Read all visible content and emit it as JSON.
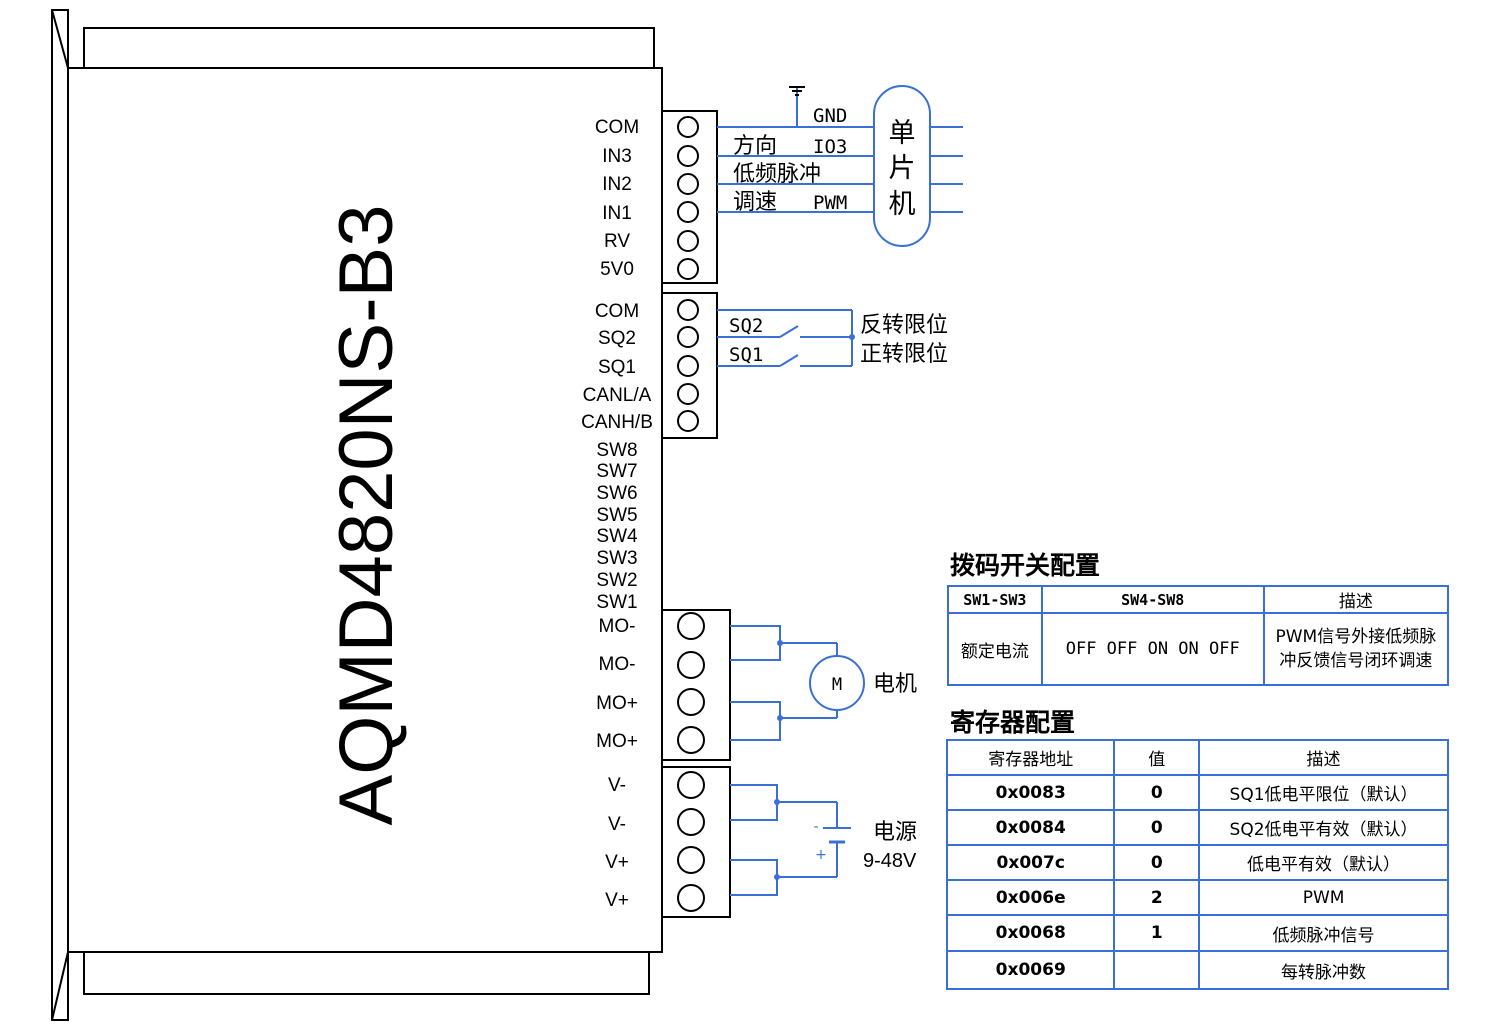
{
  "device": {
    "model": "AQMD4820NS-B3"
  },
  "connectors": {
    "control_pins": [
      "COM",
      "IN3",
      "IN2",
      "IN1",
      "RV",
      "5V0"
    ],
    "limit_pins": [
      "COM",
      "SQ2",
      "SQ1",
      "CANL/A",
      "CANH/B"
    ],
    "switch_pins": [
      "SW8",
      "SW7",
      "SW6",
      "SW5",
      "SW4",
      "SW3",
      "SW2",
      "SW1"
    ],
    "motor_pins": [
      "MO-",
      "MO-",
      "MO+",
      "MO+"
    ],
    "power_pins": [
      "V-",
      "V-",
      "V+",
      "V+"
    ]
  },
  "wiring": {
    "gnd": "GND",
    "io3": "IO3",
    "pwm": "PWM",
    "direction": "方向",
    "low_freq_pulse": "低频脉冲",
    "speed": "调速",
    "mcu": [
      "单",
      "片",
      "机"
    ],
    "sq2": "SQ2",
    "sq1": "SQ1",
    "reverse_limit": "反转限位",
    "forward_limit": "正转限位",
    "motor_symbol": "M",
    "motor_label": "电机",
    "power_label": "电源",
    "power_range": "9-48V",
    "battery_minus": "-",
    "battery_plus": "+"
  },
  "dip_switch": {
    "title": "拨码开关配置",
    "headers": [
      "SW1-SW3",
      "SW4-SW8",
      "描述"
    ],
    "row": {
      "sw1_3": "额定电流",
      "sw4_8": "OFF OFF ON ON OFF",
      "desc_line1": "PWM信号外接低频脉",
      "desc_line2": "冲反馈信号闭环调速"
    }
  },
  "register": {
    "title": "寄存器配置",
    "headers": [
      "寄存器地址",
      "值",
      "描述"
    ],
    "rows": [
      {
        "addr": "0x0083",
        "value": "0",
        "desc": "SQ1低电平限位（默认）"
      },
      {
        "addr": "0x0084",
        "value": "0",
        "desc": "SQ2低电平有效（默认）"
      },
      {
        "addr": "0x007c",
        "value": "0",
        "desc": "低电平有效（默认）"
      },
      {
        "addr": "0x006e",
        "value": "2",
        "desc": "PWM"
      },
      {
        "addr": "0x0068",
        "value": "1",
        "desc": "低频脉冲信号"
      },
      {
        "addr": "0x0069",
        "value": "",
        "desc": "每转脉冲数"
      }
    ]
  },
  "colors": {
    "wire": "#3a6fd8",
    "line": "#000000",
    "background": "#ffffff"
  }
}
